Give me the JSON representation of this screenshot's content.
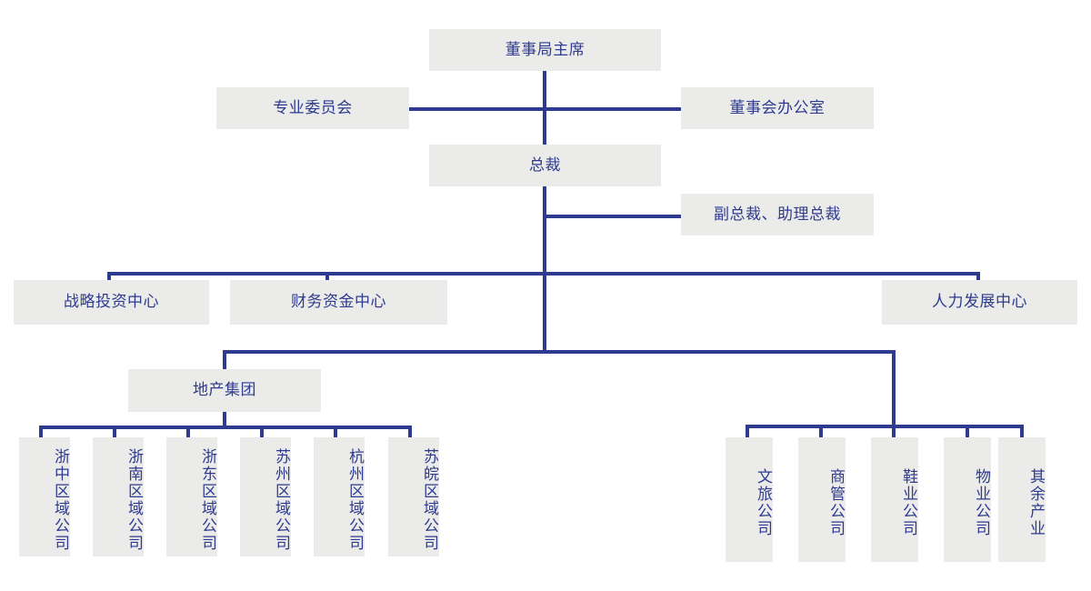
{
  "chart_data": {
    "type": "diagram",
    "title": "",
    "subtype": "organization-chart",
    "orientation": "top-down",
    "colors": {
      "node_fill": "#ebebea",
      "node_text": "#2e3b8f",
      "connector": "#2e3b8f",
      "background": "#ffffff"
    },
    "levels": [
      {
        "level": 1,
        "nodes": [
          "董事局主席"
        ]
      },
      {
        "level": 2,
        "nodes": [
          "专业委员会",
          "董事会办公室"
        ]
      },
      {
        "level": 3,
        "nodes": [
          "总裁"
        ]
      },
      {
        "level": 4,
        "nodes": [
          "副总裁、助理总裁"
        ]
      },
      {
        "level": 5,
        "nodes": [
          "战略投资中心",
          "财务资金中心",
          "人力发展中心"
        ]
      },
      {
        "level": 6,
        "nodes": [
          "地产集团"
        ]
      },
      {
        "level": 7,
        "nodes": [
          "浙中区域公司",
          "浙南区域公司",
          "浙东区域公司",
          "苏州区域公司",
          "杭州区域公司",
          "苏皖区域公司",
          "文旅公司",
          "商管公司",
          "鞋业公司",
          "物业公司",
          "其余产业"
        ]
      }
    ],
    "edges": [
      {
        "from": "董事局主席",
        "to": "总裁"
      },
      {
        "from": "董事局主席",
        "to": "专业委员会"
      },
      {
        "from": "董事局主席",
        "to": "董事会办公室"
      },
      {
        "from": "总裁",
        "to": "副总裁、助理总裁"
      },
      {
        "from": "总裁",
        "to": "战略投资中心"
      },
      {
        "from": "总裁",
        "to": "财务资金中心"
      },
      {
        "from": "总裁",
        "to": "人力发展中心"
      },
      {
        "from": "总裁",
        "to": "地产集团"
      },
      {
        "from": "地产集团",
        "to": "浙中区域公司"
      },
      {
        "from": "地产集团",
        "to": "浙南区域公司"
      },
      {
        "from": "地产集团",
        "to": "浙东区域公司"
      },
      {
        "from": "地产集团",
        "to": "苏州区域公司"
      },
      {
        "from": "地产集团",
        "to": "杭州区域公司"
      },
      {
        "from": "地产集团",
        "to": "苏皖区域公司"
      },
      {
        "from": "总裁",
        "to": "文旅公司"
      },
      {
        "from": "总裁",
        "to": "商管公司"
      },
      {
        "from": "总裁",
        "to": "鞋业公司"
      },
      {
        "from": "总裁",
        "to": "物业公司"
      },
      {
        "from": "总裁",
        "to": "其余产业"
      }
    ]
  },
  "nodes": {
    "chairman": "董事局主席",
    "committee": "专业委员会",
    "board_office": "董事会办公室",
    "president": "总裁",
    "vice_president": "副总裁、助理总裁",
    "strategy_center": "战略投资中心",
    "finance_center": "财务资金中心",
    "hr_center": "人力发展中心",
    "real_estate_group": "地产集团",
    "regions": [
      "浙中区域公司",
      "浙南区域公司",
      "浙东区域公司",
      "苏州区域公司",
      "杭州区域公司",
      "苏皖区域公司"
    ],
    "businesses": [
      "文旅公司",
      "商管公司",
      "鞋业公司",
      "物业公司",
      "其余产业"
    ]
  }
}
